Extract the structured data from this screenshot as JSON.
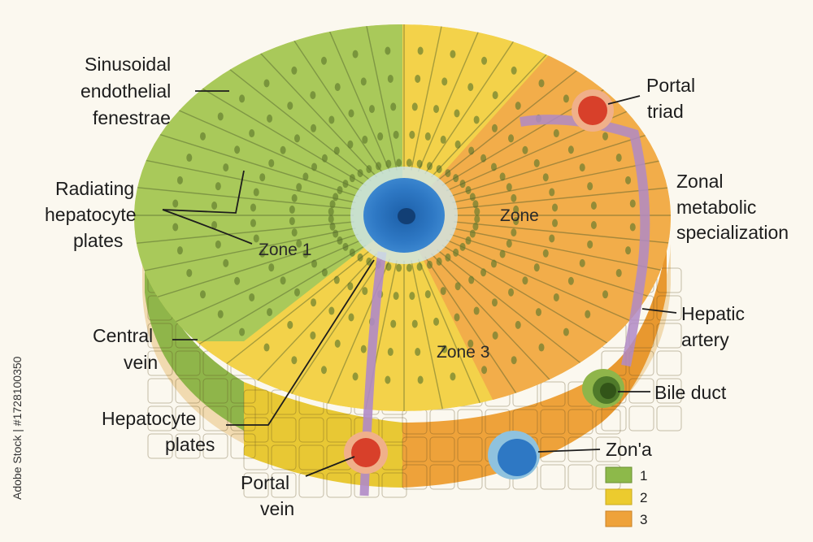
{
  "labels": {
    "sinusoidal_1": "Sinusoidal",
    "sinusoidal_2": "endothelial",
    "sinusoidal_3": "fenestrae",
    "radiating_1": "Radiating",
    "radiating_2": "hepatocyte",
    "radiating_3": "plates",
    "central_1": "Central",
    "central_2": "vein",
    "hep_plates_1": "Hepatocyte",
    "hep_plates_2": "plates",
    "portal_vein_1": "Portal",
    "portal_vein_2": "vein",
    "portal_triad_1": "Portal",
    "portal_triad_2": "triad",
    "zonal_1": "Zonal",
    "zonal_2": "metabolic",
    "zonal_3": "specialization",
    "hepatic_artery_1": "Hepatic",
    "hepatic_artery_2": "artery",
    "bile_duct": "Bile duct"
  },
  "zones": {
    "zone1": "Zone 1",
    "zone2": "Zone",
    "zone3": "Zone 3"
  },
  "legend": {
    "title": "Zon'a",
    "items": [
      {
        "label": "1",
        "color": "#8db94a"
      },
      {
        "label": "2",
        "color": "#eccb2e"
      },
      {
        "label": "3",
        "color": "#eea23a"
      }
    ]
  },
  "watermark": "Adobe Stock | #1728100350",
  "colors": {
    "zone1": "#a9c95a",
    "zone2": "#f0d044",
    "zone3": "#f2ad4a",
    "central_vein": "#2e78c4",
    "portal_red": "#d8402a",
    "bile_green": "#6f9a3c",
    "sinusoid_purple": "#b08ac6"
  }
}
